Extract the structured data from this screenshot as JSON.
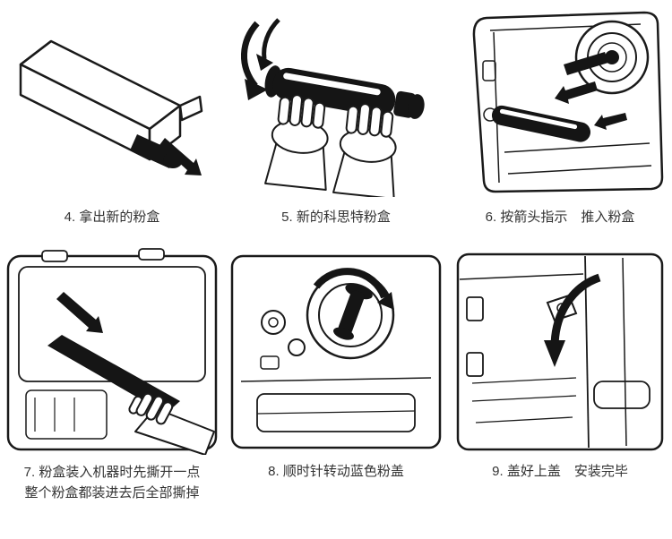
{
  "page": {
    "background": "#ffffff",
    "ink_color": "#1a1a1a",
    "text_color": "#333333"
  },
  "steps": [
    {
      "number": "4",
      "caption": "4. 拿出新的粉盒",
      "illustration": "take-out-new-toner-cartridge-from-box",
      "icons": [
        "cartridge-box",
        "toner-cartridge",
        "pull-out-arrow-icon"
      ]
    },
    {
      "number": "5",
      "caption": "5. 新的科思特粉盒",
      "illustration": "new-toner-cartridge-held-in-hands",
      "icons": [
        "rotation-arrow-icon",
        "toner-cartridge",
        "hands"
      ]
    },
    {
      "number": "6",
      "caption": "6. 按箭头指示　推入粉盒",
      "illustration": "push-cartridge-into-printer-along-arrows",
      "icons": [
        "printer-interior",
        "drive-gear",
        "toner-cartridge",
        "push-arrow-icon"
      ]
    },
    {
      "number": "7",
      "caption": "7. 粉盒装入机器时先撕开一点",
      "caption_line2": "整个粉盒都装进去后全部撕掉",
      "illustration": "tear-seal-strip-while-inserting-cartridge",
      "icons": [
        "printer-interior",
        "seal-strip",
        "hand",
        "pull-arrow-icon"
      ]
    },
    {
      "number": "8",
      "caption": "8. 顺时针转动蓝色粉盖",
      "illustration": "rotate-toner-cap-clockwise",
      "icons": [
        "printer-interior",
        "toner-cap",
        "clockwise-arrow-icon"
      ]
    },
    {
      "number": "9",
      "caption": "9. 盖好上盖　安装完毕",
      "illustration": "close-top-cover-installation-complete",
      "icons": [
        "printer-cover",
        "close-arrow-icon"
      ]
    }
  ]
}
